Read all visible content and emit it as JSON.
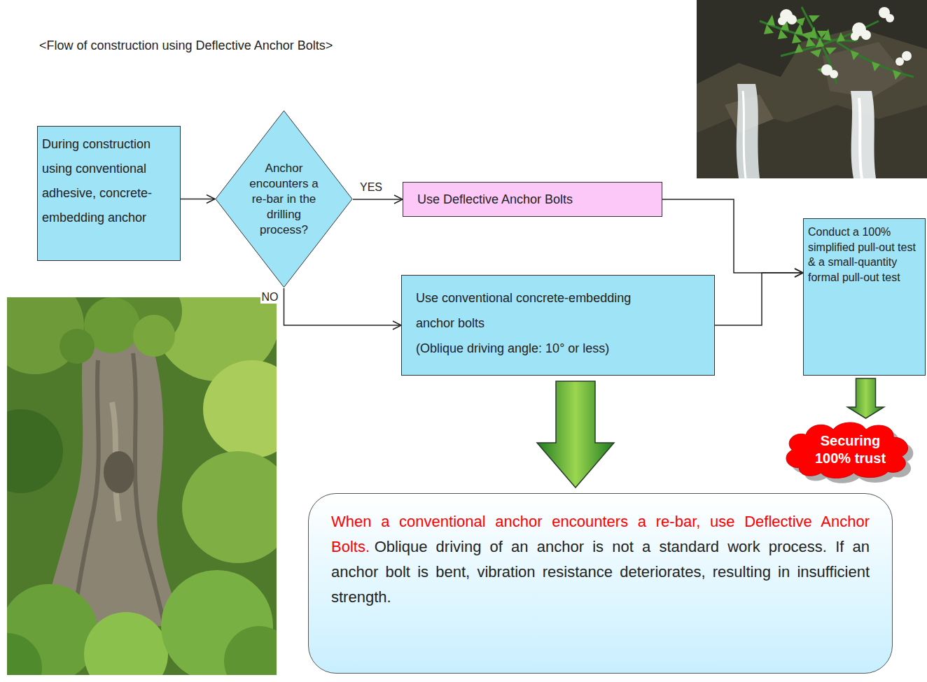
{
  "diagram": {
    "title": "<Flow of construction using Deflective Anchor Bolts>",
    "nodes": [
      {
        "text": [
          "During construction using conventional adhesive, concrete-embedding anchor"
        ]
      },
      {
        "text": [
          "Anchor encounters a re-bar in the drilling process?"
        ]
      },
      {
        "text": [
          "Use Deflective Anchor Bolts"
        ]
      },
      {
        "text": [
          "Use conventional concrete-embedding anchor bolts",
          "(Oblique driving angle: 10° or less)"
        ]
      },
      {
        "text": [
          "Conduct a 100% simplified pull-out test & a small-quantity formal pull-out test"
        ]
      },
      {
        "text": [
          "Securing 100% trust"
        ]
      },
      {
        "text": [
          "When a conventional anchor encounters a re-bar, use Deflective Anchor Bolts.",
          "Oblique driving of an anchor is not a standard work process. If an anchor bolt is bent, vibration resistance deteriorates, resulting in insufficient strength."
        ]
      }
    ],
    "edges": [
      {
        "from": 0,
        "to": 1,
        "arrow": "to"
      },
      {
        "from": 1,
        "to": 2,
        "label": "YES",
        "arrow": "to"
      },
      {
        "from": 1,
        "to": 3,
        "label": "NO",
        "arrow": "to"
      },
      {
        "from": 2,
        "to": 4,
        "arrow": "to"
      },
      {
        "from": 3,
        "to": 4,
        "arrow": "to"
      },
      {
        "from": 4,
        "to": 5,
        "arrow": "to"
      },
      {
        "from": 3,
        "to": 6,
        "arrow": "to"
      }
    ]
  }
}
